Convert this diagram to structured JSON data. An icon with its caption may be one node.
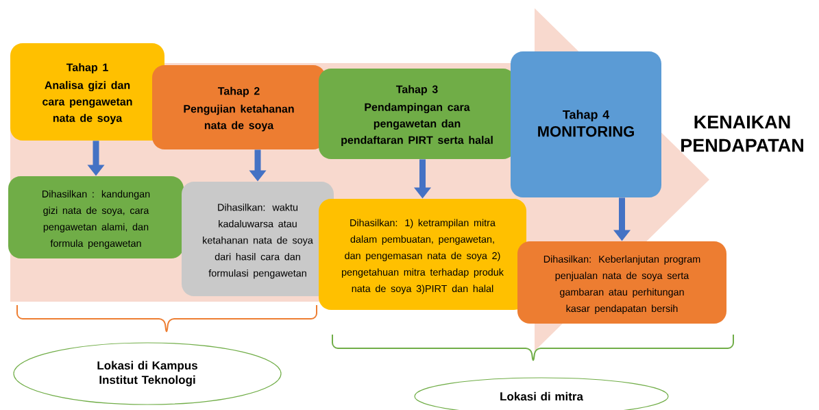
{
  "diagram": {
    "nodes": [
      {
        "text": [
          "Tahap 1",
          "Analisa gizi dan cara pengawetan nata de soya"
        ]
      },
      {
        "text": [
          "Tahap 2",
          "Pengujian ketahanan nata de soya"
        ]
      },
      {
        "text": [
          "Tahap 3",
          "Pendampingan cara pengawetan dan pendaftaran PIRT serta halal"
        ]
      },
      {
        "text": [
          "Tahap 4",
          "MONITORING"
        ]
      },
      {
        "text": [
          "Dihasilkan : kandungan gizi nata de soya, cara pengawetan alami, dan formula pengawetan"
        ]
      },
      {
        "text": [
          "Dihasilkan: waktu kadaluwarsa atau ketahanan nata de soya dari hasil cara dan formulasi pengawetan"
        ]
      },
      {
        "text": [
          "Dihasilkan: 1) ketrampilan mitra dalam pembuatan, pengawetan, dan pengemasan nata de soya 2) pengetahuan mitra terhadap produk nata de soya 3)PIRT dan halal"
        ]
      },
      {
        "text": [
          "Dihasilkan: Keberlanjutan program penjualan nata de soya serta gambaran atau perhitungan kasar pendapatan bersih"
        ]
      },
      {
        "text": [
          "Lokasi di Kampus Institut Teknologi"
        ]
      },
      {
        "text": [
          "Lokasi di mitra"
        ]
      }
    ],
    "edges": [
      {
        "from": 0,
        "to": 4,
        "arrow": "to"
      },
      {
        "from": 1,
        "to": 5,
        "arrow": "to"
      },
      {
        "from": 2,
        "to": 6,
        "arrow": "to"
      },
      {
        "from": 3,
        "to": 7,
        "arrow": "to"
      }
    ],
    "labels": [
      "KENAIKAN PENDAPATAN"
    ]
  }
}
